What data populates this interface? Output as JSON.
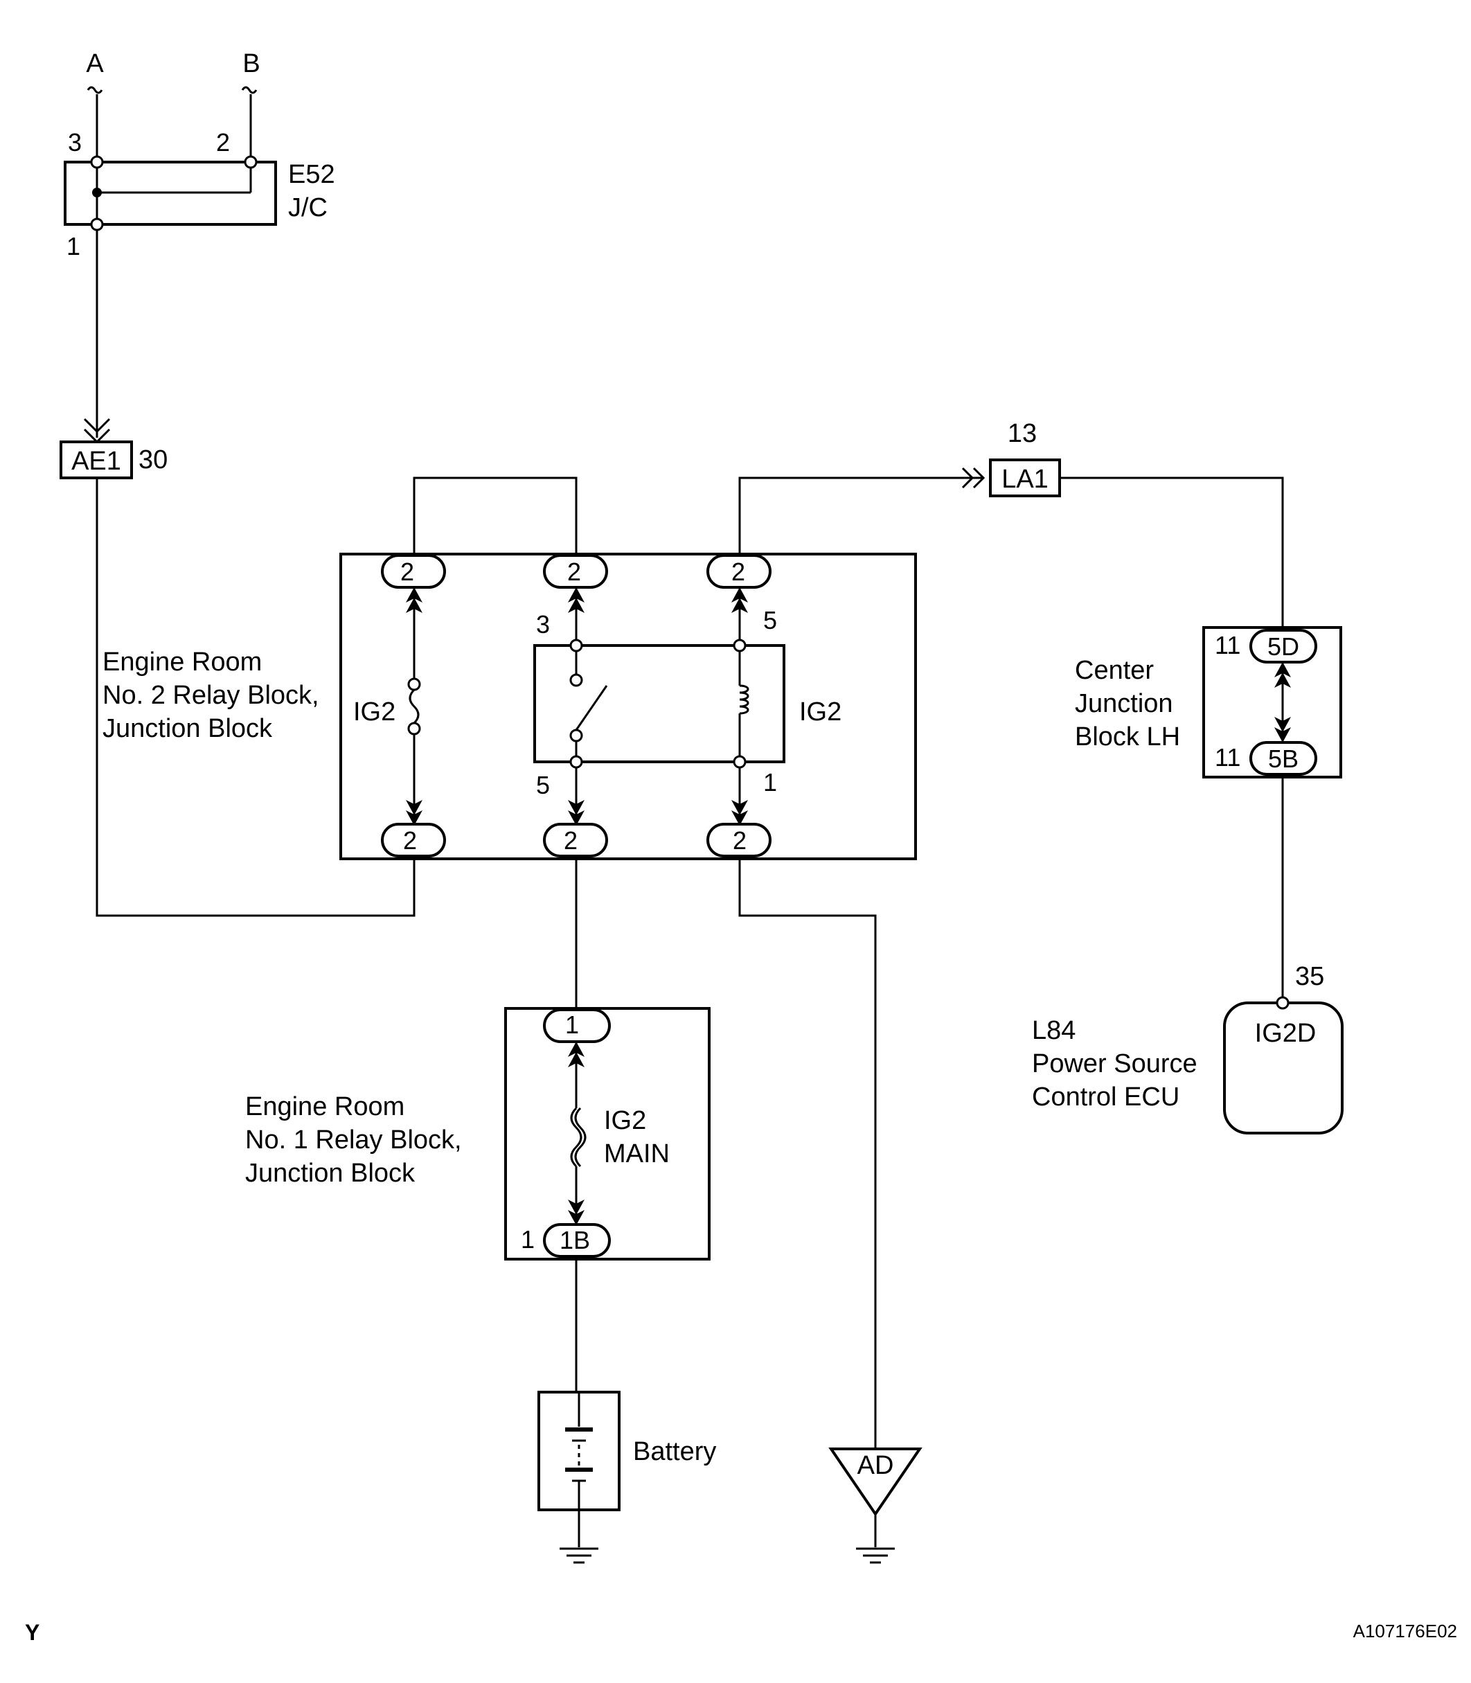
{
  "inputs": {
    "a": "A",
    "b": "B"
  },
  "e52": {
    "code": "E52",
    "name": "J/C",
    "pin3": "3",
    "pin2": "2",
    "pin1": "1"
  },
  "ae1": {
    "code": "AE1",
    "pin": "30"
  },
  "la1": {
    "code": "LA1",
    "pin": "13"
  },
  "er2": {
    "name_line1": "Engine Room",
    "name_line2": "No. 2 Relay Block,",
    "name_line3": "Junction Block",
    "fuse_label": "IG2",
    "relay_label": "IG2",
    "conn": "2",
    "relay_pin_top_left": "3",
    "relay_pin_top_right": "5",
    "relay_pin_bottom_left": "5",
    "relay_pin_bottom_right": "1"
  },
  "er1": {
    "name_line1": "Engine Room",
    "name_line2": "No. 1 Relay Block,",
    "name_line3": "Junction Block",
    "fuse_label_line1": "IG2",
    "fuse_label_line2": "MAIN",
    "top_conn": "1",
    "bottom_conn": "1B",
    "bottom_pin": "1"
  },
  "cjb": {
    "name_line1": "Center",
    "name_line2": "Junction",
    "name_line3": "Block LH",
    "top_conn": "5D",
    "top_pin": "11",
    "bottom_conn": "5B",
    "bottom_pin": "11"
  },
  "ecu": {
    "code": "L84",
    "name_line1": "Power Source",
    "name_line2": "Control ECU",
    "terminal": "IG2D",
    "pin": "35"
  },
  "battery": {
    "label": "Battery"
  },
  "ground_ad": {
    "label": "AD"
  },
  "footer": {
    "left": "Y",
    "right": "A107176E02"
  }
}
